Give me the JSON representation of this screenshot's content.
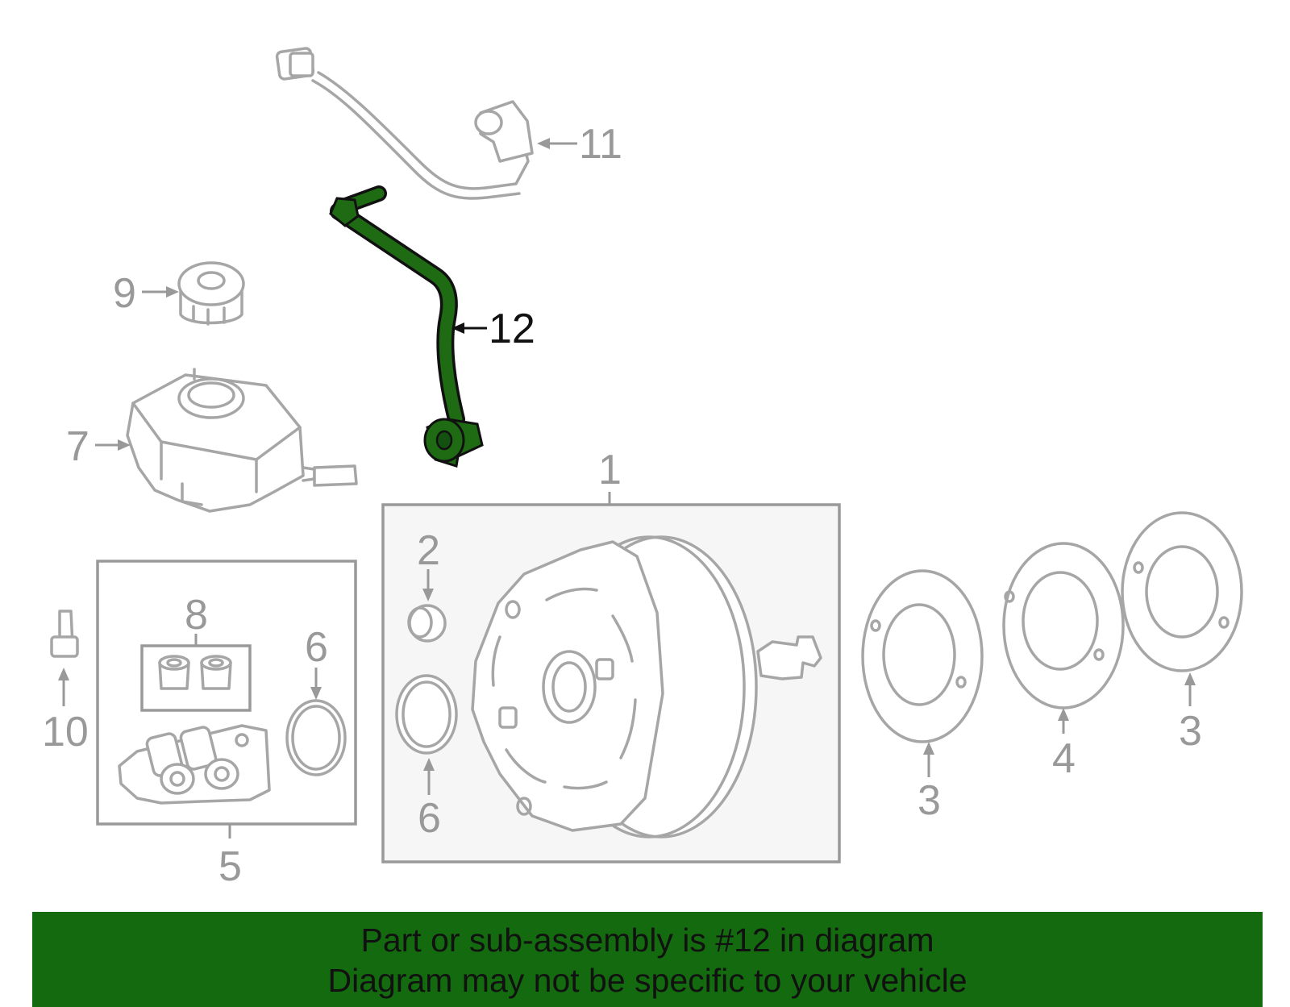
{
  "diagram": {
    "highlighted_part": "12",
    "highlight_color": "#1e6b14",
    "line_color": "#a6a6a6",
    "callouts": {
      "c1": "1",
      "c2": "2",
      "c3a": "3",
      "c3b": "3",
      "c4": "4",
      "c5": "5",
      "c6a": "6",
      "c6b": "6",
      "c7": "7",
      "c8": "8",
      "c9": "9",
      "c10": "10",
      "c11": "11",
      "c12": "12"
    }
  },
  "banner": {
    "background": "#146a0e",
    "line1": "Part or sub-assembly is #12 in diagram",
    "line2": "Diagram may not be specific to your vehicle"
  }
}
